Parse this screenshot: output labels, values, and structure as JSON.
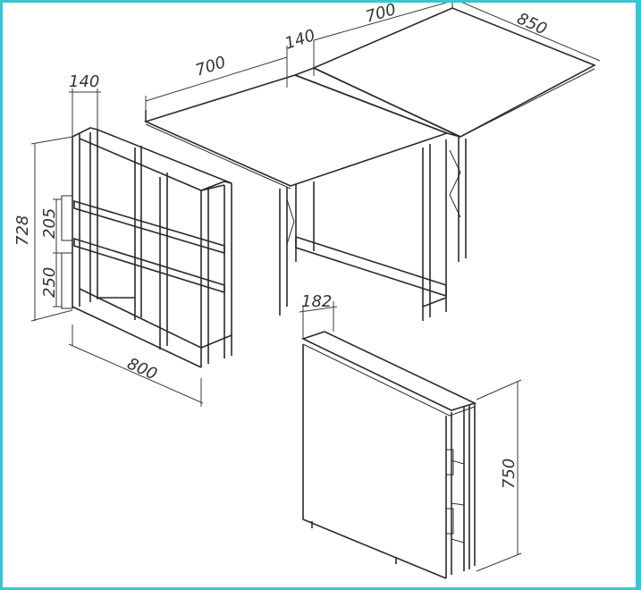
{
  "colors": {
    "frame_border": "#36c6d6",
    "lines": "#2a2a2a",
    "background": "#ffffff"
  },
  "dimensions": {
    "table_length_left": "700",
    "table_mid_width": "140",
    "table_length_right": "700",
    "table_depth": "850",
    "frame_top_width": "140",
    "frame_height": "728",
    "frame_shelf_upper": "205",
    "frame_shelf_lower": "250",
    "frame_length": "800",
    "cabinet_depth": "182",
    "cabinet_height": "750"
  }
}
